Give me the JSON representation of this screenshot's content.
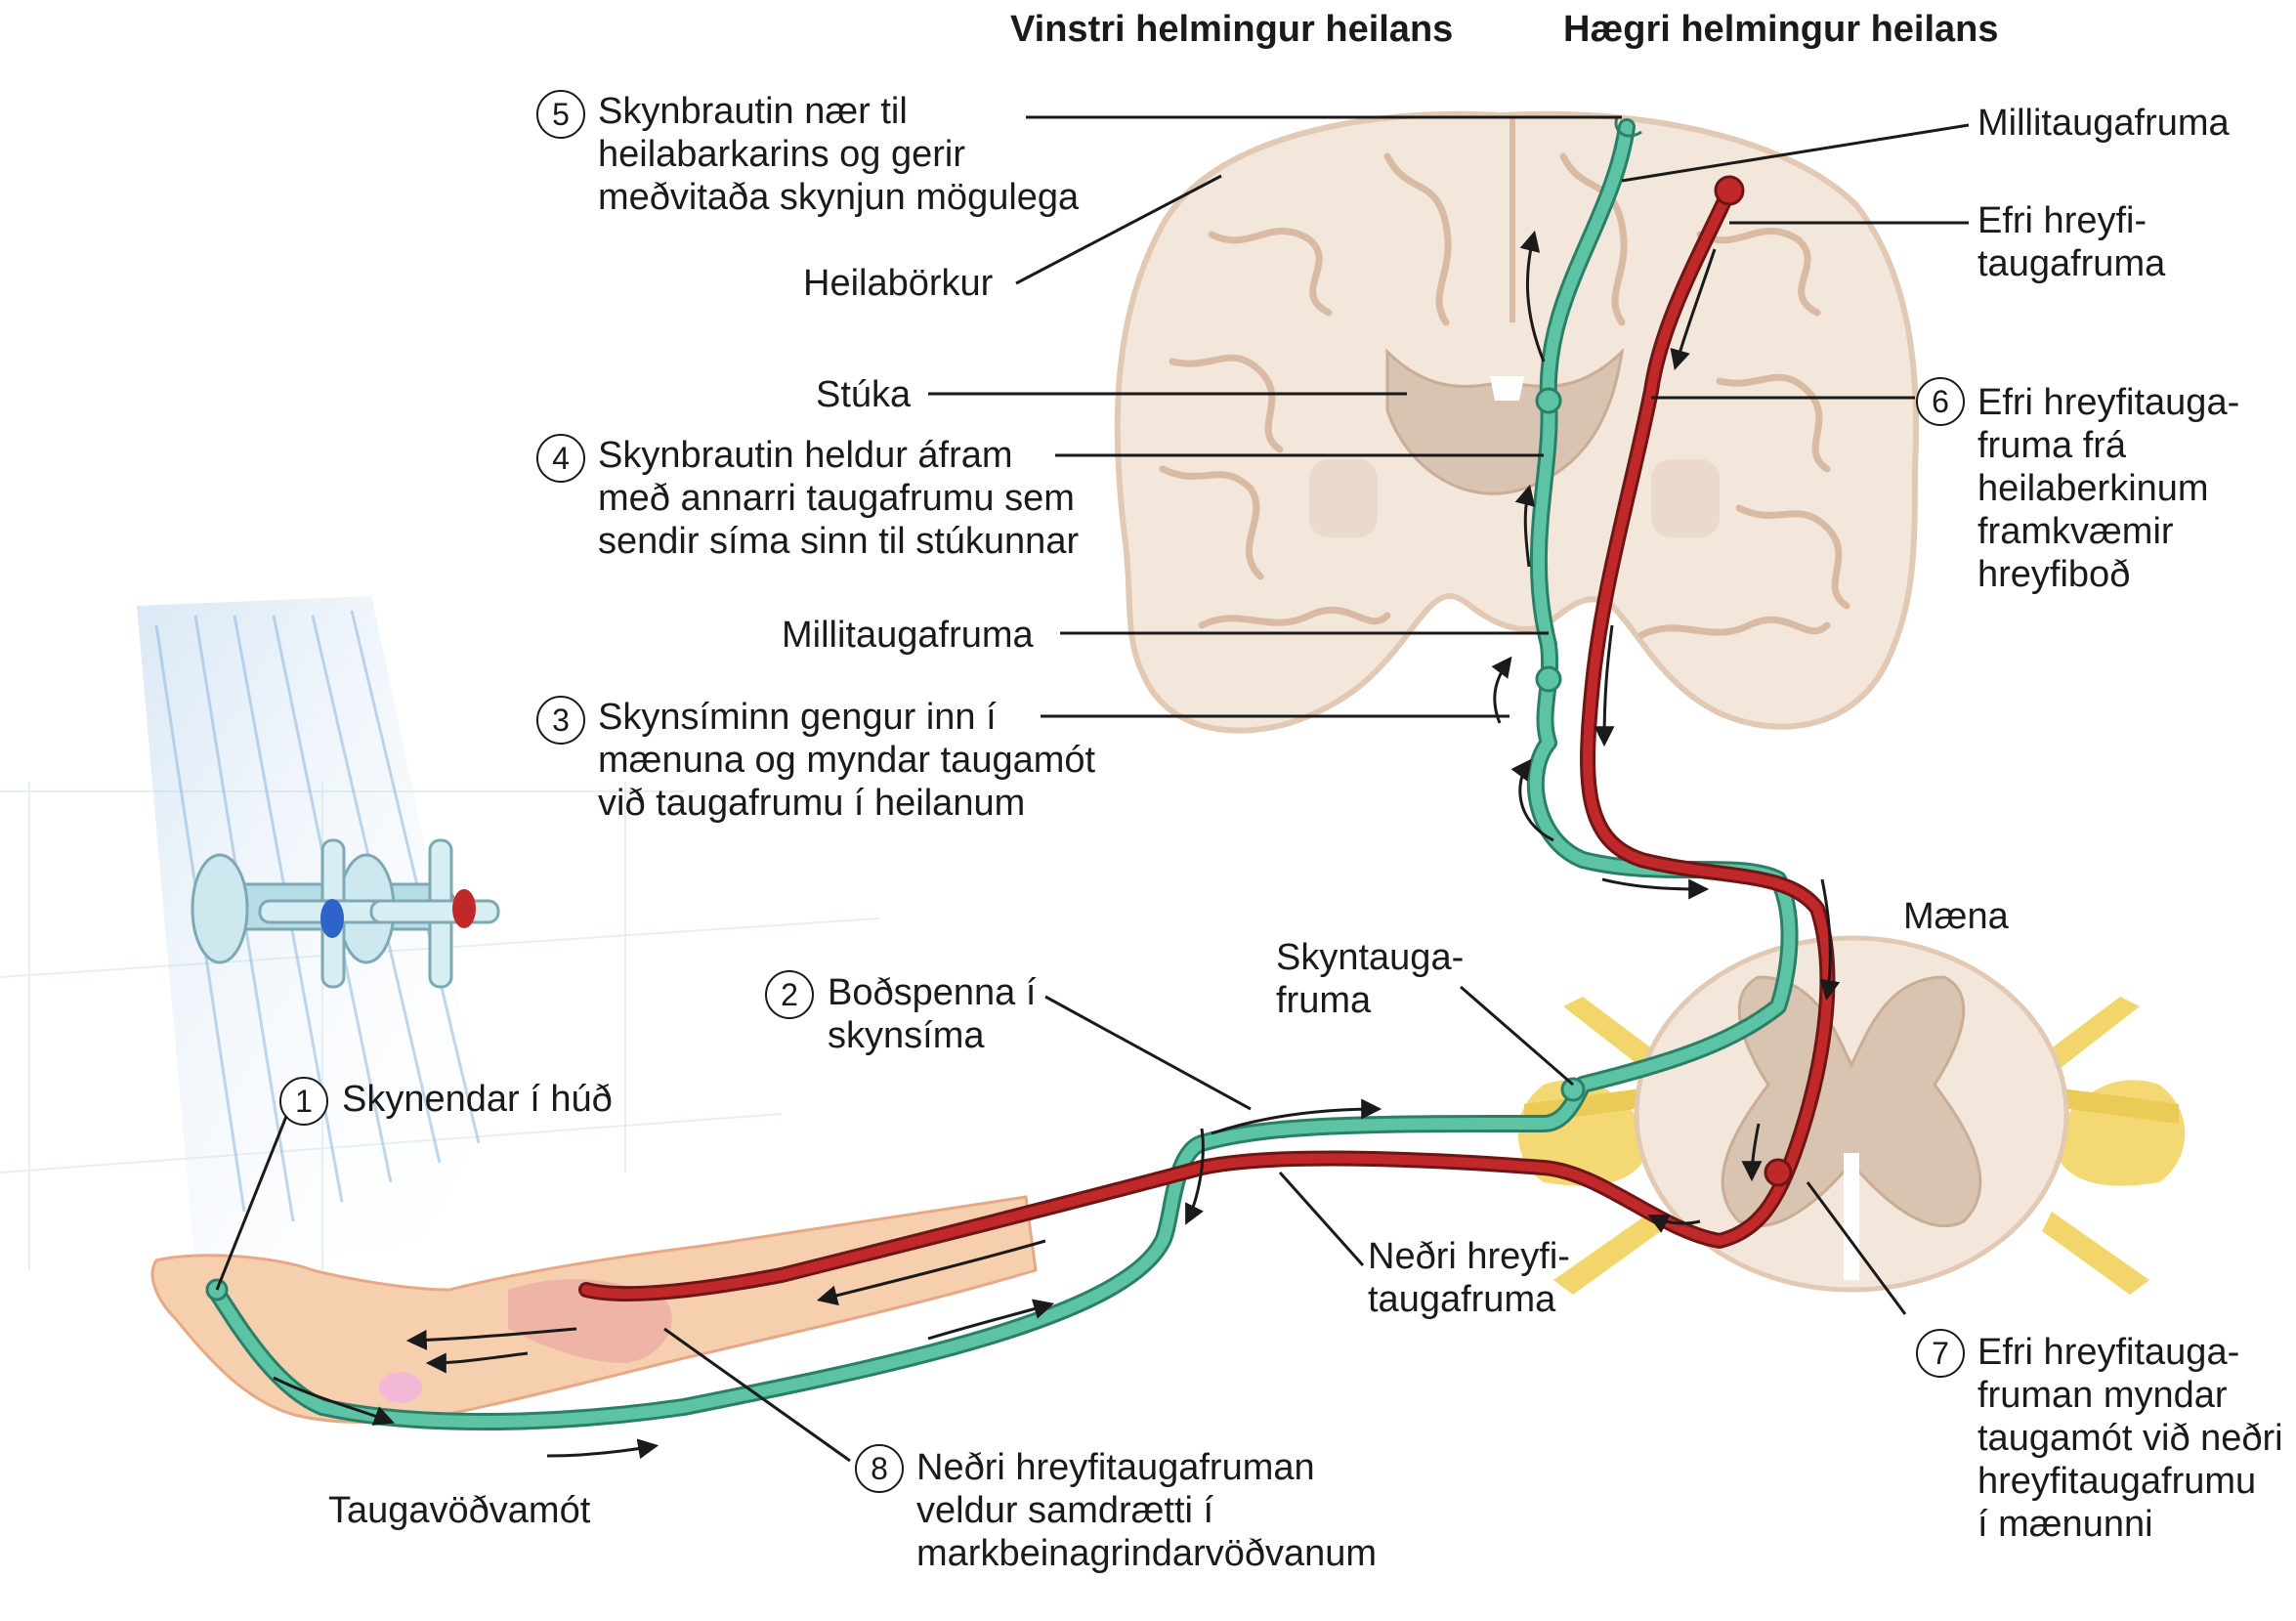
{
  "headers": {
    "left_hemisphere": "Vinstri helmingur heilans",
    "right_hemisphere": "Hægri helmingur heilans"
  },
  "steps": [
    {
      "number": "1",
      "lines": [
        "Skynendar í húð"
      ]
    },
    {
      "number": "2",
      "lines": [
        "Boðspenna í",
        "skynsíma"
      ]
    },
    {
      "number": "3",
      "lines": [
        "Skynsíminn gengur inn í",
        "mænuna og myndar taugamót",
        "við taugafrumu í heilanum"
      ]
    },
    {
      "number": "4",
      "lines": [
        "Skynbrautin heldur áfram",
        "með annarri taugafrumu sem",
        "sendir síma sinn til stúkunnar"
      ]
    },
    {
      "number": "5",
      "lines": [
        "Skynbrautin nær til",
        "heilabarkarins og gerir",
        "meðvitaða skynjun mögulega"
      ]
    },
    {
      "number": "6",
      "lines": [
        "Efri hreyfitauga-",
        "fruma frá",
        "heilaberkinum",
        "framkvæmir",
        "hreyfiboð"
      ]
    },
    {
      "number": "7",
      "lines": [
        "Efri hreyfitauga-",
        "fruman myndar",
        "taugamót við neðri",
        "hreyfitaugafrumu",
        "í mænunni"
      ]
    },
    {
      "number": "8",
      "lines": [
        "Neðri hreyfitaugafruman",
        "veldur samdrætti í",
        "markbeinagrindarvöðvanum"
      ]
    }
  ],
  "labels": {
    "heilaborkur": "Heilabörkur",
    "stuka": "Stúka",
    "millitaugafruma_left": "Millitaugafruma",
    "millitaugafruma_right": "Millitaugafruma",
    "efri_hreyfi": [
      "Efri hreyfi-",
      "taugafruma"
    ],
    "maena": "Mæna",
    "skyntaugafruma": [
      "Skyntauga-",
      "fruma"
    ],
    "nedri_hreyfi": [
      "Neðri hreyfi-",
      "taugafruma"
    ],
    "taugavodvamot": "Taugavöðvamót"
  },
  "colors": {
    "sensory_pathway": "#5cc4a4",
    "motor_pathway": "#c0282a",
    "brain_tissue": "#f3e6da",
    "gray_matter": "#d9c4b2",
    "nerve_root": "#f2d66b",
    "skin": "#f6cfae",
    "leader_line": "#1a1a1a",
    "text": "#1a1a1a"
  }
}
